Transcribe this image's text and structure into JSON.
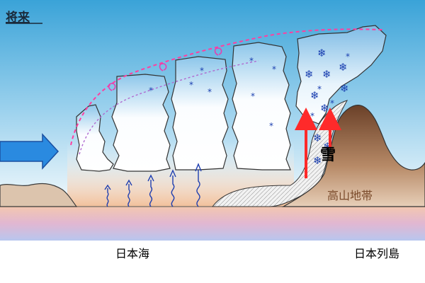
{
  "title": "将来",
  "labels": {
    "snow": "雪",
    "alpine_zone": "高山地帯",
    "sea": "日本海",
    "islands": "日本列島"
  },
  "colors": {
    "sky_top": "#3aa3d8",
    "sky_bottom": "#eaf5fb",
    "sea_band": "#d7b7d8",
    "warm_layer": "#f2c9a6",
    "mountain": "#8a5a3a",
    "snow_arrow": "#ff2a2a",
    "wind_arrow": "#2a8ae0",
    "boundary_line": "#ff3fa0",
    "vapor_arrow": "#1f3fb0"
  }
}
